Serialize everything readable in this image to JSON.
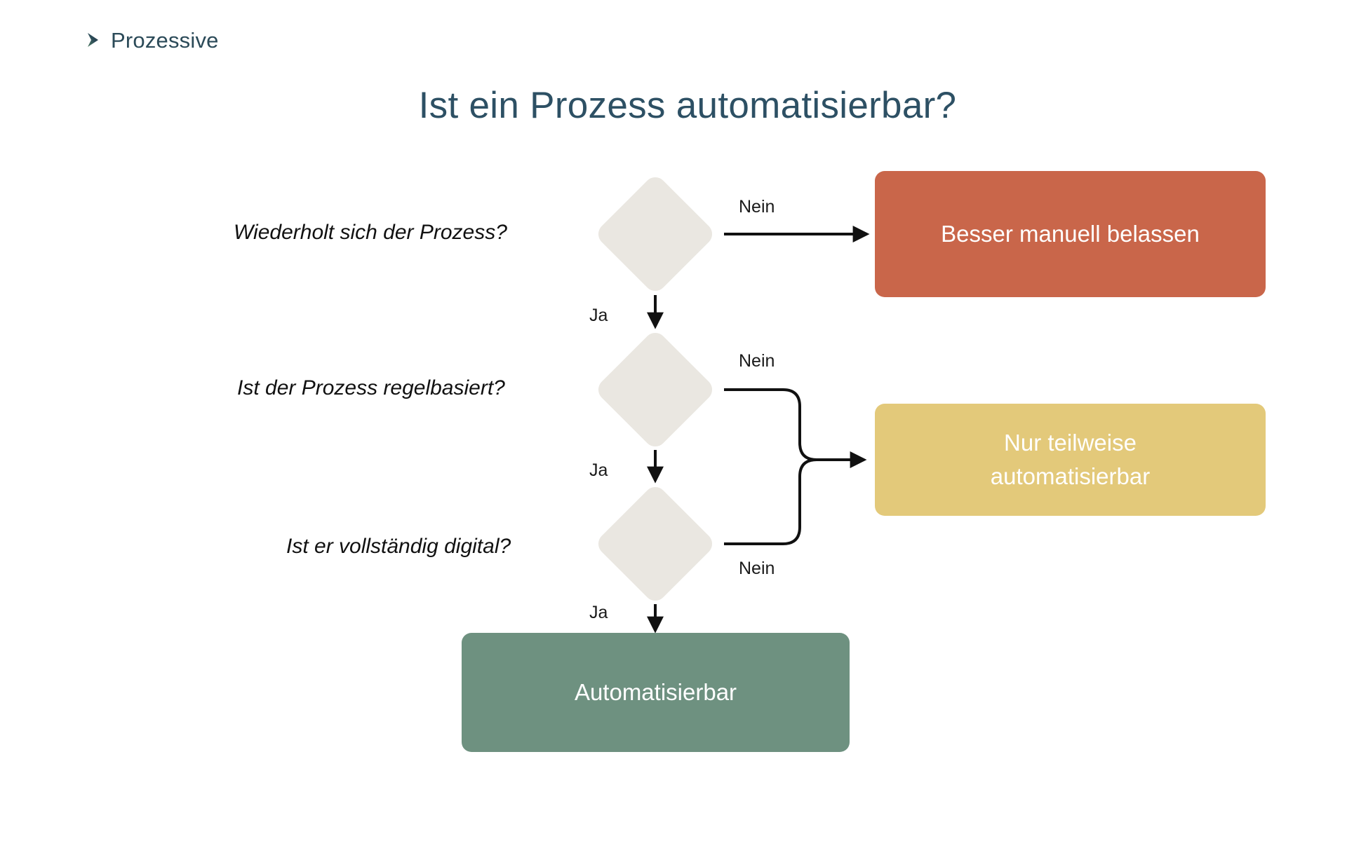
{
  "brand": {
    "name": "Prozessive",
    "icon": "chevron-right-icon",
    "color": "#2b4a58"
  },
  "title": "Ist ein Prozess automatisierbar?",
  "colors": {
    "title": "#2d5064",
    "decision_fill": "#EAE7E1",
    "negative_box": "#C9664A",
    "partial_box": "#E3C97A",
    "positive_box": "#6E9180",
    "connector": "#111111",
    "background": "#FFFFFF"
  },
  "chart_data": {
    "type": "diagram",
    "title": "Ist ein Prozess automatisierbar?",
    "nodes": [
      {
        "id": "d1",
        "shape": "diamond",
        "label": "Wiederholt sich der Prozess?",
        "fill": "#EAE7E1"
      },
      {
        "id": "d2",
        "shape": "diamond",
        "label": "Ist der Prozess regelbasiert?",
        "fill": "#EAE7E1"
      },
      {
        "id": "d3",
        "shape": "diamond",
        "label": "Ist er vollständig digital?",
        "fill": "#EAE7E1"
      },
      {
        "id": "r1",
        "shape": "rounded-rect",
        "label": "Besser manuell belassen",
        "fill": "#C9664A"
      },
      {
        "id": "r2",
        "shape": "rounded-rect",
        "label": "Nur teilweise automatisierbar",
        "fill": "#E3C97A"
      },
      {
        "id": "r3",
        "shape": "rounded-rect",
        "label": "Automatisierbar",
        "fill": "#6E9180"
      }
    ],
    "edges": [
      {
        "from": "d1",
        "to": "r1",
        "label": "Nein"
      },
      {
        "from": "d1",
        "to": "d2",
        "label": "Ja"
      },
      {
        "from": "d2",
        "to": "r2",
        "label": "Nein"
      },
      {
        "from": "d2",
        "to": "d3",
        "label": "Ja"
      },
      {
        "from": "d3",
        "to": "r2",
        "label": "Nein"
      },
      {
        "from": "d3",
        "to": "r3",
        "label": "Ja"
      }
    ]
  },
  "decisions": [
    {
      "question": "Wiederholt sich der Prozess?"
    },
    {
      "question": "Ist der Prozess regelbasiert?"
    },
    {
      "question": "Ist er vollständig digital?"
    }
  ],
  "results": {
    "manual": "Besser manuell belassen",
    "partial_line1": "Nur teilweise",
    "partial_line2": "automatisierbar",
    "automatable": "Automatisierbar"
  },
  "edge_labels": {
    "nein1": "Nein",
    "ja1": "Ja",
    "nein2": "Nein",
    "ja2": "Ja",
    "nein3": "Nein",
    "ja3": "Ja"
  }
}
